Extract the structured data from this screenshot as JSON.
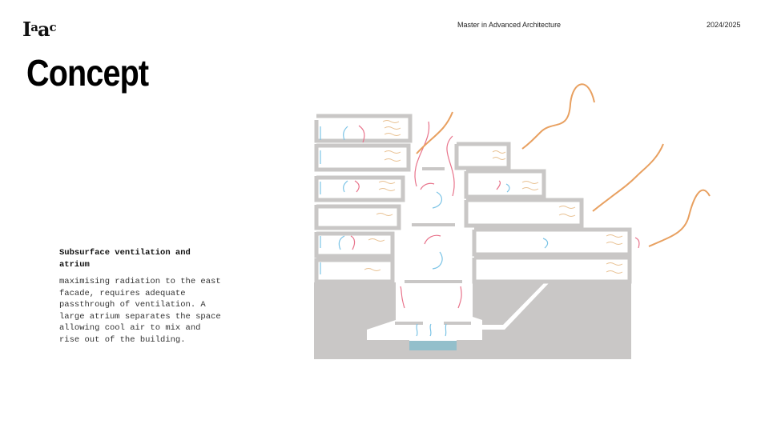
{
  "header": {
    "logo": "Iaac",
    "program": "Master in Advanced Architecture",
    "year": "2024/2025"
  },
  "page_title": "Concept",
  "section": {
    "heading": "Subsurface ventilation and atrium",
    "body": "maximising radiation to the east facade, requires adequate passthrough of ventilation. A large atrium separates the space allowing cool air to mix and rise out of the building."
  },
  "colors": {
    "wall": "#c9c7c6",
    "warm_air": "#e8728a",
    "cool_air": "#7cc4e6",
    "sun": "#e8a060",
    "water": "#93bfcb"
  }
}
